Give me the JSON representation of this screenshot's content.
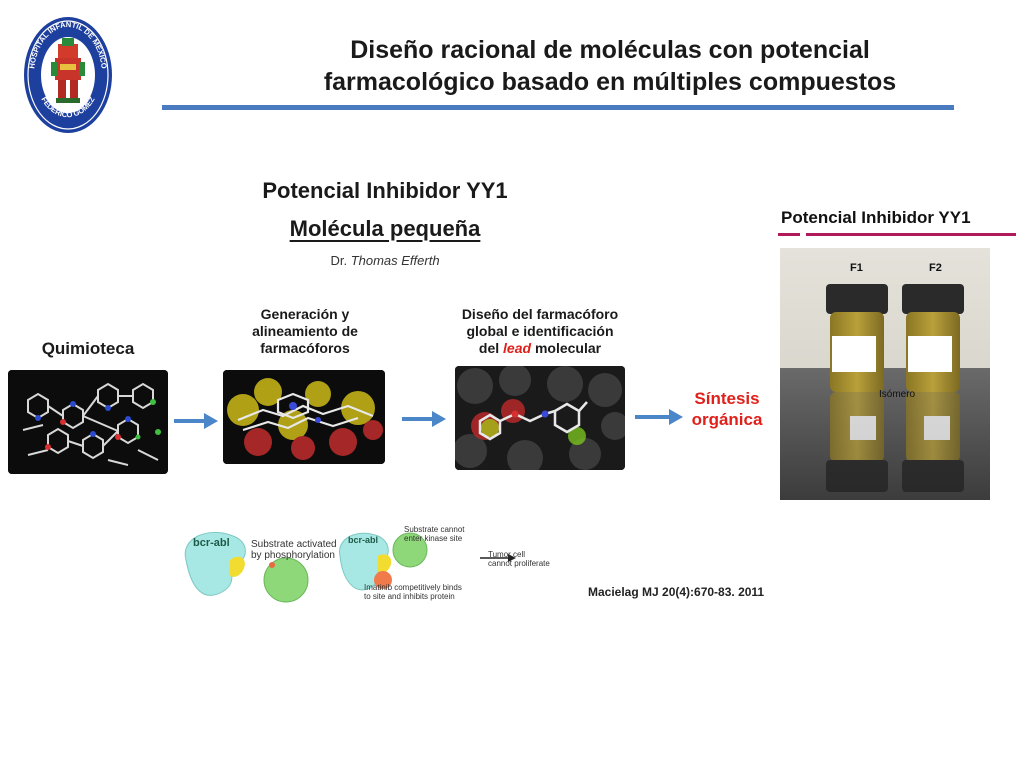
{
  "title": {
    "line1": "Diseño racional de moléculas con potencial",
    "line2": "farmacológico basado en múltiples compuestos"
  },
  "logo": {
    "top_text": "HOSPITAL INFANTIL DE MEXICO",
    "bottom_text": "FEDERICO GOMEZ"
  },
  "left": {
    "heading": "Potencial Inhibidor YY1",
    "subheading": "Molécula pequeña",
    "author_prefix": "Dr.",
    "author_name": "Thomas Efferth"
  },
  "workflow": {
    "step1": "Quimioteca",
    "step2_l1": "Generación y",
    "step2_l2": "alineamiento de",
    "step2_l3": "farmacóforos",
    "step3_l1": "Diseño del farmacóforo",
    "step3_l2": "global e identificación",
    "step3_l3_a": "del",
    "step3_l3_b": "lead",
    "step3_l3_c": "molecular",
    "synth_l1": "Síntesis",
    "synth_l2": "orgánica"
  },
  "mechanism": {
    "enzyme1": "bcr-abl",
    "text1_l1": "Substrate activated",
    "text1_l2": "by phosphorylation",
    "enzyme2": "bcr-abl",
    "text2_l1": "Substrate cannot",
    "text2_l2": "enter kinase site",
    "text3_l1": "Tumor cell",
    "text3_l2": "cannot proliferate",
    "text4_l1": "Imatinib competitively binds",
    "text4_l2": "to site and inhibits protein"
  },
  "reference": "Macielag MJ 20(4):670-83.  2011",
  "right": {
    "heading": "Potencial Inhibidor YY1",
    "vial1": "F1",
    "vial2": "F2",
    "isomer": "Isómero"
  },
  "colors": {
    "title_rule": "#4a7bc0",
    "arrow": "#4a86c8",
    "synth_text": "#e0201b",
    "right_rule": "#b0195a"
  }
}
